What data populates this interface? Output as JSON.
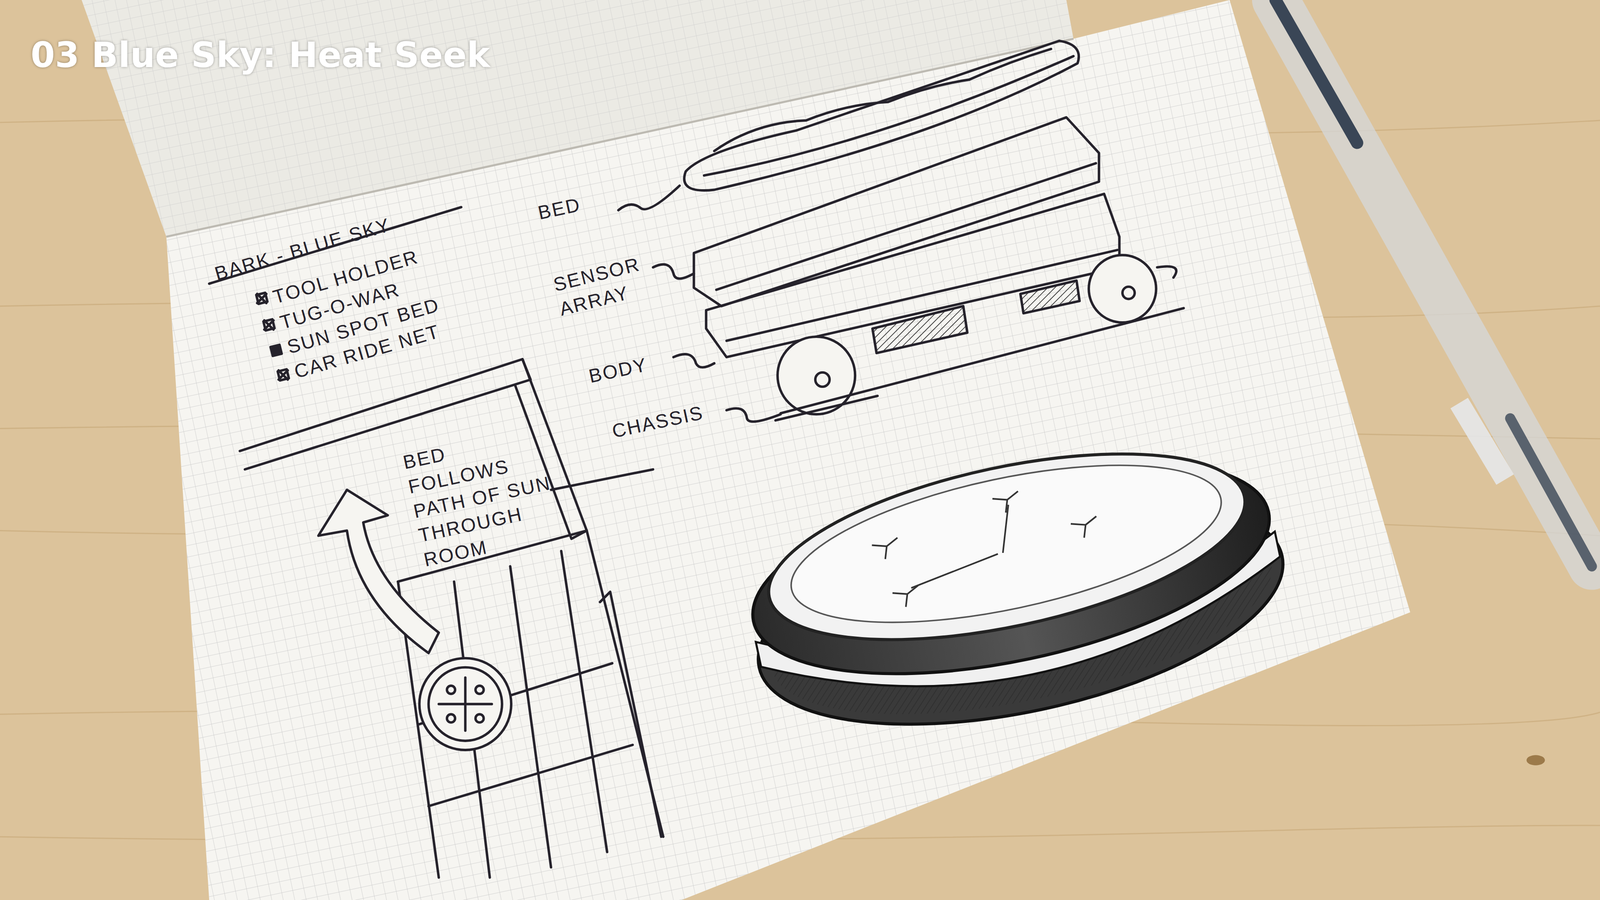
{
  "diagram": {
    "title": "03 Blue Sky: Heat Seek",
    "labels": [
      "BARK - BLUE SKY",
      "TOOL HOLDER",
      "TUG-O-WAR",
      "SUN SPOT BED",
      "CAR RIDE NET",
      "BED",
      "SENSOR ARRAY",
      "BODY",
      "CHASSIS",
      "BED FOLLOWS PATH OF SUN THROUGH ROOM"
    ]
  }
}
